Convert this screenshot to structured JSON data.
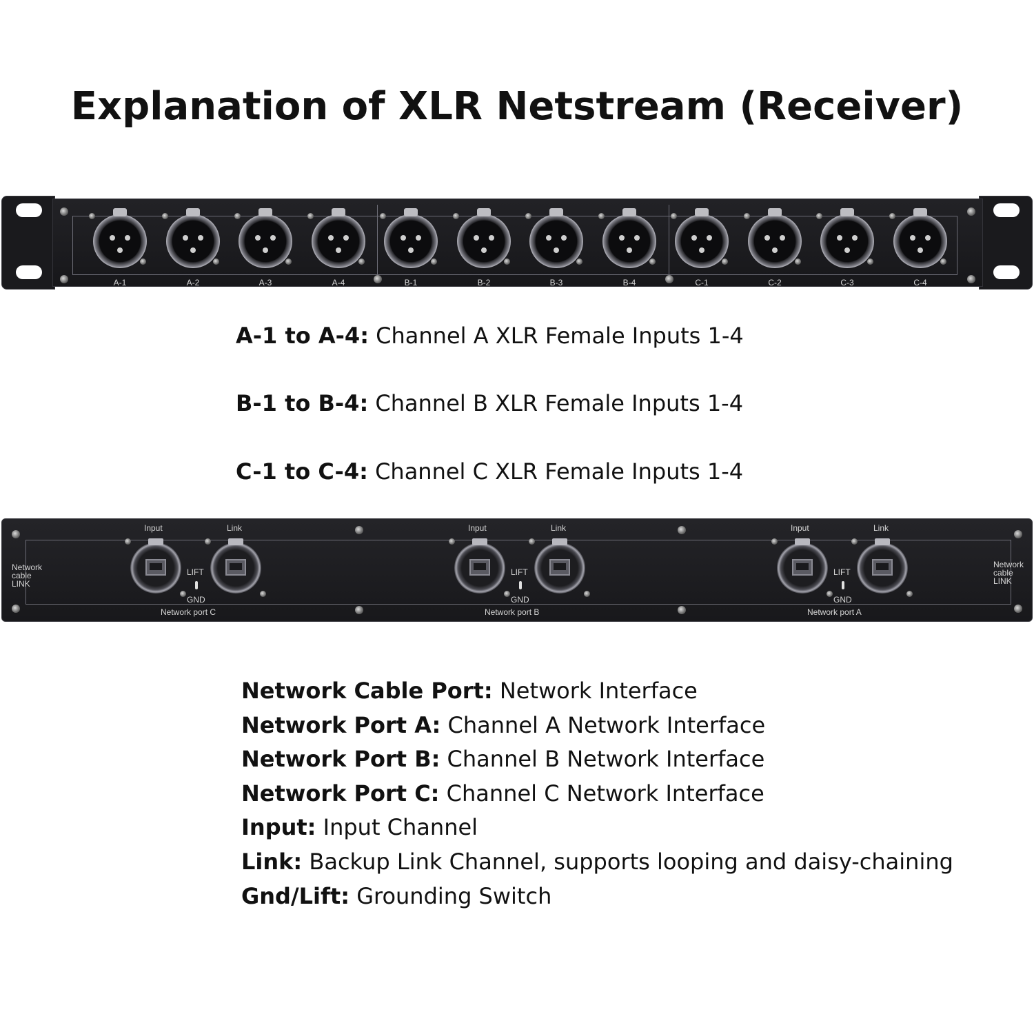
{
  "title": "Explanation of XLR Netstream (Receiver)",
  "front_panel": {
    "connectors": [
      "A-1",
      "A-2",
      "A-3",
      "A-4",
      "B-1",
      "B-2",
      "B-3",
      "B-4",
      "C-1",
      "C-2",
      "C-3",
      "C-4"
    ]
  },
  "channel_descriptions": [
    {
      "term": "A-1 to A-4:",
      "text": "Channel A XLR Female Inputs 1-4"
    },
    {
      "term": "B-1 to B-4:",
      "text": "Channel B XLR Female Inputs 1-4"
    },
    {
      "term": "C-1 to C-4:",
      "text": "Channel C XLR Female Inputs 1-4"
    }
  ],
  "rear_panel": {
    "side_label_left": [
      "Network",
      "cable",
      "LINK"
    ],
    "side_label_right": [
      "Network",
      "cable",
      "LINK"
    ],
    "groups": [
      {
        "input": "Input",
        "link": "Link",
        "lift": "LIFT",
        "gnd": "GND",
        "name": "Network port C"
      },
      {
        "input": "Input",
        "link": "Link",
        "lift": "LIFT",
        "gnd": "GND",
        "name": "Network port B"
      },
      {
        "input": "Input",
        "link": "Link",
        "lift": "LIFT",
        "gnd": "GND",
        "name": "Network port A"
      }
    ]
  },
  "definitions": [
    {
      "term": "Network Cable Port:",
      "text": "Network Interface"
    },
    {
      "term": "Network Port A:",
      "text": "Channel A Network Interface"
    },
    {
      "term": "Network Port B:",
      "text": "Channel B Network Interface"
    },
    {
      "term": "Network Port C:",
      "text": "Channel C Network Interface"
    },
    {
      "term": "Input:",
      "text": "Input Channel"
    },
    {
      "term": "Link:",
      "text": "Backup Link Channel, supports looping and daisy-chaining"
    },
    {
      "term": "Gnd/Lift:",
      "text": "Grounding Switch"
    }
  ]
}
